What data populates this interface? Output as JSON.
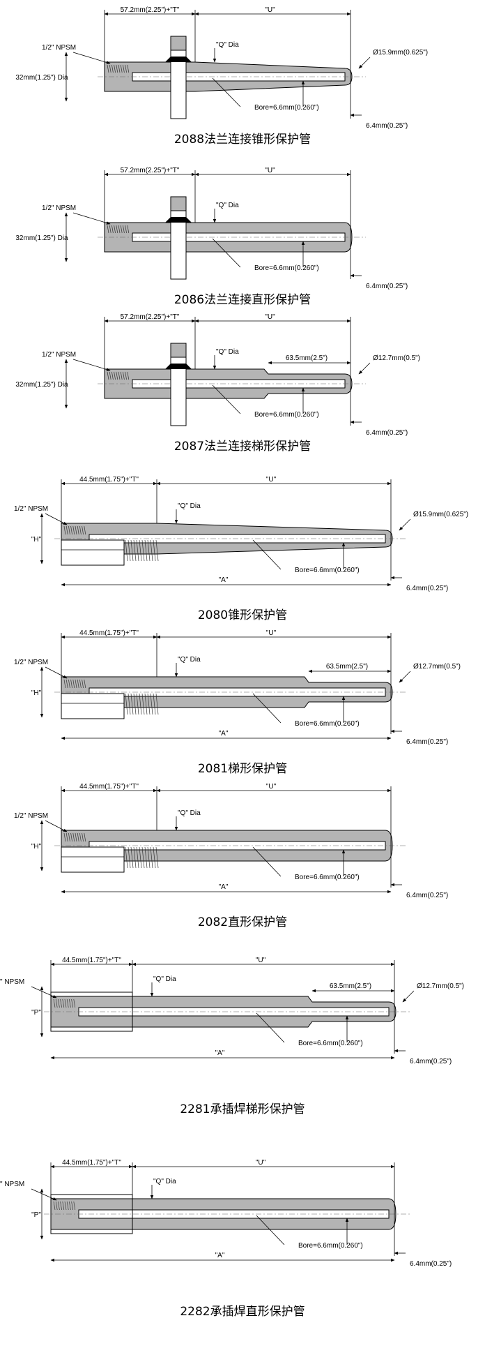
{
  "diagrams": [
    {
      "id": "2088",
      "type": "flanged",
      "shape": "tapered",
      "caption": "2088法兰连接锥形保护管",
      "labels": {
        "npsm": "1/2\" NPSM",
        "dia": "32mm(1.25\") Dia",
        "t": "57.2mm(2.25\")+\"T\"",
        "u": "\"U\"",
        "q": "\"Q\" Dia",
        "tip": "Ø15.9mm(0.625\")",
        "bore": "Bore=6.6mm(0.260\")",
        "end": "6.4mm(0.25\")"
      }
    },
    {
      "id": "2086",
      "type": "flanged",
      "shape": "straight",
      "caption": "2086法兰连接直形保护管",
      "labels": {
        "npsm": "1/2\" NPSM",
        "dia": "32mm(1.25\") Dia",
        "t": "57.2mm(2.25\")+\"T\"",
        "u": "\"U\"",
        "q": "\"Q\" Dia",
        "bore": "Bore=6.6mm(0.260\")",
        "end": "6.4mm(0.25\")"
      }
    },
    {
      "id": "2087",
      "type": "flanged",
      "shape": "stepped",
      "caption": "2087法兰连接梯形保护管",
      "labels": {
        "npsm": "1/2\" NPSM",
        "dia": "32mm(1.25\") Dia",
        "t": "57.2mm(2.25\")+\"T\"",
        "u": "\"U\"",
        "q": "\"Q\" Dia",
        "step": "63.5mm(2.5\")",
        "tip": "Ø12.7mm(0.5\")",
        "bore": "Bore=6.6mm(0.260\")",
        "end": "6.4mm(0.25\")"
      }
    },
    {
      "id": "2080",
      "type": "threaded",
      "shape": "tapered",
      "caption": "2080锥形保护管",
      "labels": {
        "npsm": "1/2\" NPSM",
        "h": "\"H\"",
        "t": "44.5mm(1.75\")+\"T\"",
        "u": "\"U\"",
        "q": "\"Q\" Dia",
        "tip": "Ø15.9mm(0.625\")",
        "bore": "Bore=6.6mm(0.260\")",
        "a": "\"A\"",
        "end": "6.4mm(0.25\")"
      }
    },
    {
      "id": "2081",
      "type": "threaded",
      "shape": "stepped",
      "caption": "2081梯形保护管",
      "labels": {
        "npsm": "1/2\" NPSM",
        "h": "\"H\"",
        "t": "44.5mm(1.75\")+\"T\"",
        "u": "\"U\"",
        "q": "\"Q\" Dia",
        "step": "63.5mm(2.5\")",
        "tip": "Ø12.7mm(0.5\")",
        "bore": "Bore=6.6mm(0.260\")",
        "a": "\"A\"",
        "end": "6.4mm(0.25\")"
      }
    },
    {
      "id": "2082",
      "type": "threaded",
      "shape": "straight",
      "caption": "2082直形保护管",
      "labels": {
        "npsm": "1/2\" NPSM",
        "h": "\"H\"",
        "t": "44.5mm(1.75\")+\"T\"",
        "u": "\"U\"",
        "q": "\"Q\" Dia",
        "bore": "Bore=6.6mm(0.260\")",
        "a": "\"A\"",
        "end": "6.4mm(0.25\")"
      }
    },
    {
      "id": "2281",
      "type": "socket",
      "shape": "stepped",
      "caption": "2281承插焊梯形保护管",
      "labels": {
        "npsm": "\" NPSM",
        "p": "\"P\"",
        "t": "44.5mm(1.75\")+\"T\"",
        "u": "\"U\"",
        "q": "\"Q\" Dia",
        "step": "63.5mm(2.5\")",
        "tip": "Ø12.7mm(0.5\")",
        "bore": "Bore=6.6mm(0.260\")",
        "a": "\"A\"",
        "end": "6.4mm(0.25\")"
      }
    },
    {
      "id": "2282",
      "type": "socket",
      "shape": "straight",
      "caption": "2282承插焊直形保护管",
      "labels": {
        "npsm": "\" NPSM",
        "p": "\"P\"",
        "t": "44.5mm(1.75\")+\"T\"",
        "u": "\"U\"",
        "q": "\"Q\" Dia",
        "bore": "Bore=6.6mm(0.260\")",
        "a": "\"A\"",
        "end": "6.4mm(0.25\")"
      }
    }
  ]
}
